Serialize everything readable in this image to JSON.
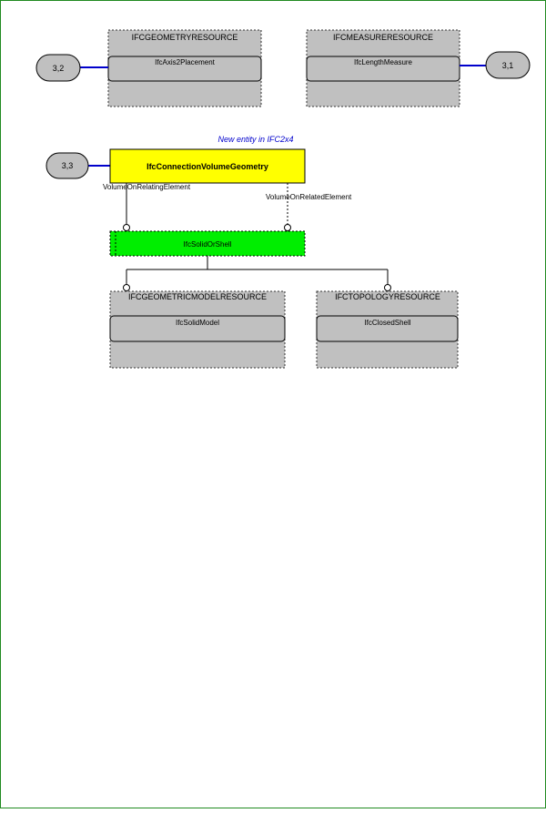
{
  "resources": {
    "geometry": {
      "title": "IFCGEOMETRYRESOURCE",
      "entity": "IfcAxis2Placement"
    },
    "measure": {
      "title": "IFCMEASURERESOURCE",
      "entity": "IfcLengthMeasure"
    },
    "geometric_model": {
      "title": "IFCGEOMETRICMODELRESOURCE",
      "entity": "IfcSolidModel"
    },
    "topology": {
      "title": "IFCTOPOLOGYRESOURCE",
      "entity": "IfcClosedShell"
    }
  },
  "refs": {
    "left_top": "3,2",
    "right_top": "3,1",
    "left_main": "3,3"
  },
  "main_entity": {
    "name": "IfcConnectionVolumeGeometry",
    "note": "New entity in IFC2x4"
  },
  "select_entity": {
    "name": "IfcSolidOrShell"
  },
  "attributes": {
    "relating": "VolumeOnRelatingElement",
    "related": "VolumeOnRelatedElement"
  },
  "colors": {
    "main_fill": "#ffff00",
    "select_fill": "#00ee00",
    "resource_fill": "#c0c0c0",
    "ref_line": "#0000cc",
    "note_text": "#0000cc",
    "frame": "#1f8a1f"
  }
}
